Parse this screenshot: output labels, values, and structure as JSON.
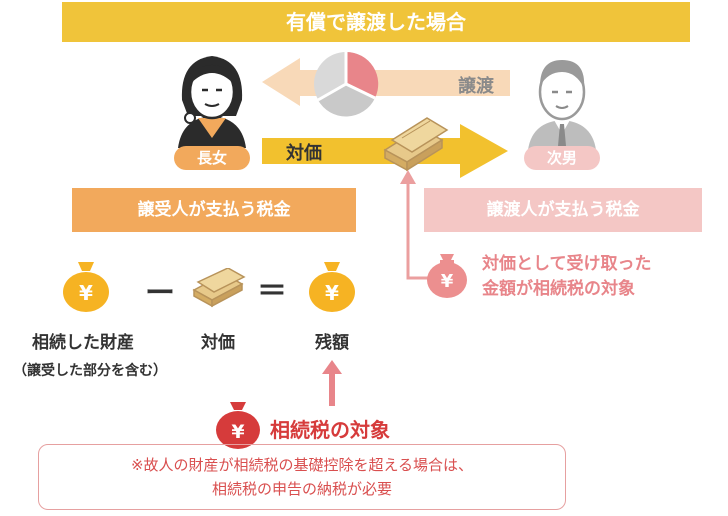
{
  "title": "有償で譲渡した場合",
  "people": {
    "elder_daughter": "長女",
    "second_son": "次男"
  },
  "arrows": {
    "transfer": "譲渡",
    "consideration": "対価"
  },
  "sections": {
    "recipient_tax": "譲受人が支払う税金",
    "transferor_tax": "譲渡人が支払う税金"
  },
  "transferor_note": [
    "対価として受け取った",
    "金額が相続税の対象"
  ],
  "equation": {
    "minus": "ー",
    "equals": "＝",
    "inherited_assets": "相続した財産",
    "inherited_assets_sub": "（譲受した部分を含む）",
    "consideration": "対価",
    "remainder": "残額"
  },
  "taxable": "相続税の対象",
  "footnote": [
    "※故人の財産が相続税の基礎控除を超える場合は、",
    "相続税の申告の納税が必要"
  ],
  "yen_symbol": "¥",
  "colors": {
    "title_bg": "#f0c43a",
    "orange": "#f2a95c",
    "pink": "#f4c7c5",
    "red": "#d63b3b",
    "bag_gold": "#f6b323",
    "arrow_yellow": "#f2c12e"
  }
}
